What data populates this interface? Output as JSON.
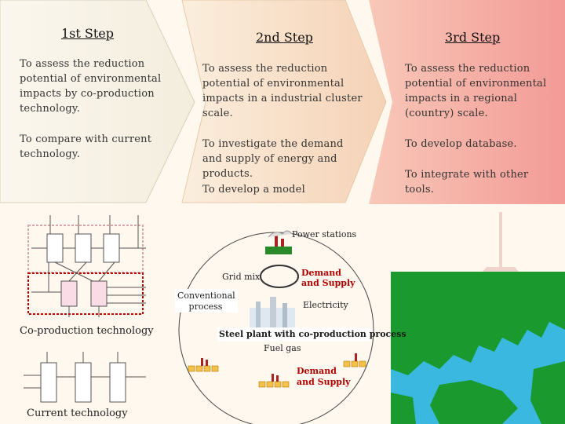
{
  "steps": [
    {
      "title": "1st Step",
      "texts": [
        "To assess the reduction potential of environmental impacts by co-production technology.",
        "To compare with current technology."
      ]
    },
    {
      "title": "2nd Step",
      "texts": [
        "To assess the reduction potential of environmental impacts in a industrial cluster scale.",
        "To investigate the demand and supply of energy and products.",
        "To develop a model"
      ]
    },
    {
      "title": "3rd Step",
      "texts": [
        "To assess the reduction potential of environmental impacts in a regional (country) scale.",
        "To develop database.",
        "To integrate with other tools."
      ]
    }
  ],
  "left_diagrams": {
    "coproduction_label": "Co-production technology",
    "current_label": "Current technology"
  },
  "cluster": {
    "power_stations": "Power stations",
    "grid_mix": "Grid mix",
    "demand_supply_top": "Demand and Supply",
    "conventional_process": "Conventional process",
    "electricity": "Electricity",
    "steel_plant": "Steel plant with co-production process",
    "fuel_gas": "Fuel gas",
    "demand_supply_bottom": "Demand and Supply"
  },
  "colors": {
    "step1": "#f4efe0",
    "step2": "#f8dcc4",
    "step3": "#f6a7a0",
    "map_land": "#1a9a2e",
    "map_sea": "#3ab8e0",
    "highlight_box": "#c00000"
  }
}
